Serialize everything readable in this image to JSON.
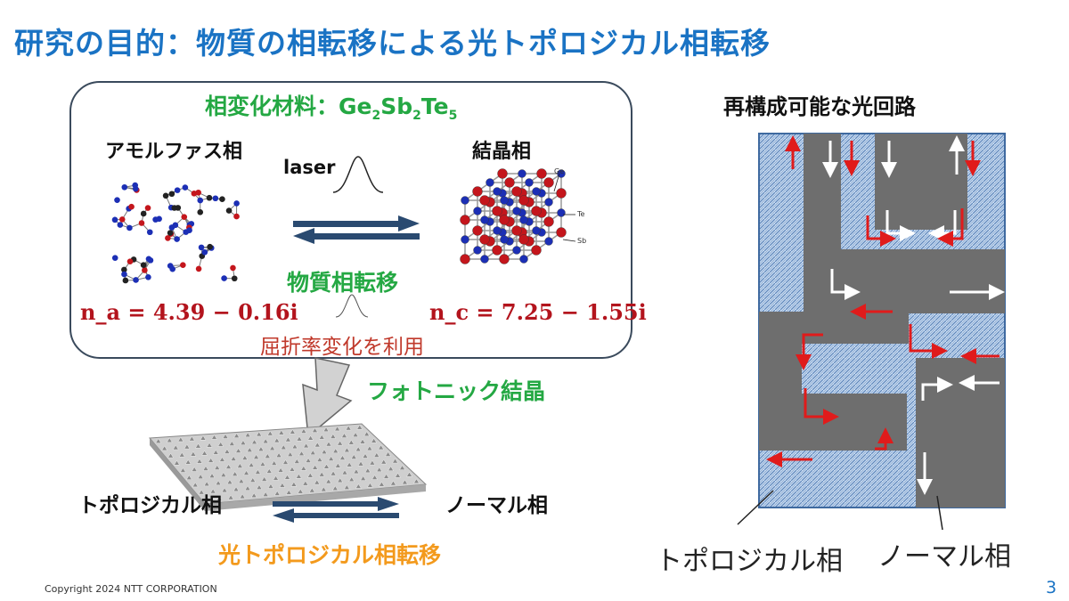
{
  "slide": {
    "title": "研究の目的：物質の相転移による光トポロジカル相転移",
    "page_number": "3",
    "copyright": "Copyright  2024 NTT CORPORATION"
  },
  "material_box": {
    "heading_prefix": "相変化材料：",
    "formula": {
      "ge": "Ge",
      "ge_sub": "2",
      "sb": "Sb",
      "sb_sub": "2",
      "te": "Te",
      "te_sub": "5"
    },
    "amorphous_label": "アモルファス相",
    "crystal_label": "結晶相",
    "laser_label": "laser",
    "transition_label": "物質相転移",
    "n_amorphous": "n_a = 4.39 − 0.16i",
    "n_crystal": "n_c = 7.25 − 1.55i",
    "refractive_note": "屈折率変化を利用",
    "crystal_legend": {
      "ge": "Ge",
      "te": "Te",
      "sb": "Sb"
    }
  },
  "photonic_crystal": {
    "label": "フォトニック結晶",
    "left_phase": "トポロジカル相",
    "right_phase": "ノーマル相",
    "transition_label": "光トポロジカル相転移"
  },
  "circuit": {
    "title": "再構成可能な光回路",
    "topological_label": "トポロジカル相",
    "normal_label": "ノーマル相"
  },
  "colors": {
    "title_blue": "#1a73c4",
    "green": "#24a843",
    "orange": "#f39a1d",
    "dark_red": "#b3141d",
    "arrow_navy": "#2a4a70",
    "normal_gray": "#6e6e6e",
    "topo_blue": "#8fb0d8"
  }
}
